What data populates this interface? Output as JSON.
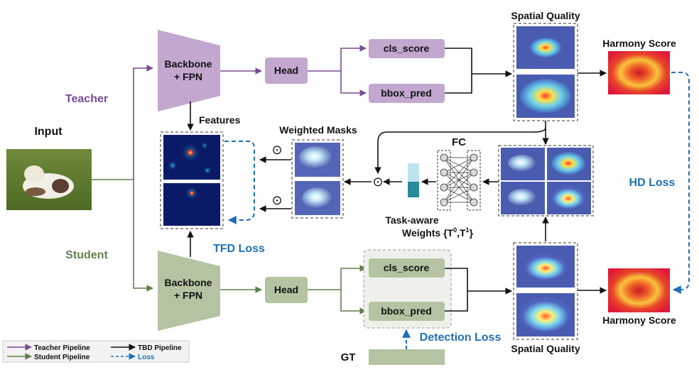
{
  "labels": {
    "teacher": "Teacher",
    "student": "Student",
    "input": "Input",
    "features": "Features",
    "weighted_masks": "Weighted Masks",
    "fc": "FC",
    "task_aware_1": "Task-aware",
    "task_aware_2": "Weights {T",
    "t0_sup": "0",
    "t_sep": ",T",
    "t1_sup": "1",
    "t_close": "}",
    "spatial_quality_top": "Spatial Quality",
    "spatial_quality_bottom": "Spatial Quality",
    "harmony_top": "Harmony Score",
    "harmony_bottom": "Harmony Score",
    "hd_loss": "HD Loss",
    "tfd_loss": "TFD Loss",
    "detection_loss": "Detection Loss",
    "gt": "GT",
    "odot": "⊙"
  },
  "teacher": {
    "backbone_line1": "Backbone",
    "backbone_line2": "+ FPN",
    "head": "Head",
    "cls_score": "cls_score",
    "bbox_pred": "bbox_pred"
  },
  "student": {
    "backbone_line1": "Backbone",
    "backbone_line2": "+ FPN",
    "head": "Head",
    "cls_score": "cls_score",
    "bbox_pred": "bbox_pred"
  },
  "legend": {
    "teacher_pipeline": "Teacher Pipeline",
    "student_pipeline": "Student Pipeline",
    "tbd_pipeline": "TBD Pipeline",
    "loss": "Loss"
  },
  "colors": {
    "teacher": "#7b4a94",
    "teacher_fill": "#c2a7cf",
    "student": "#5f7f4b",
    "student_fill": "#b4c3a2",
    "tbd": "#111111",
    "loss": "#1f6fb5",
    "heat": "#e23b1e",
    "feature_bg": "#0a1a66"
  }
}
